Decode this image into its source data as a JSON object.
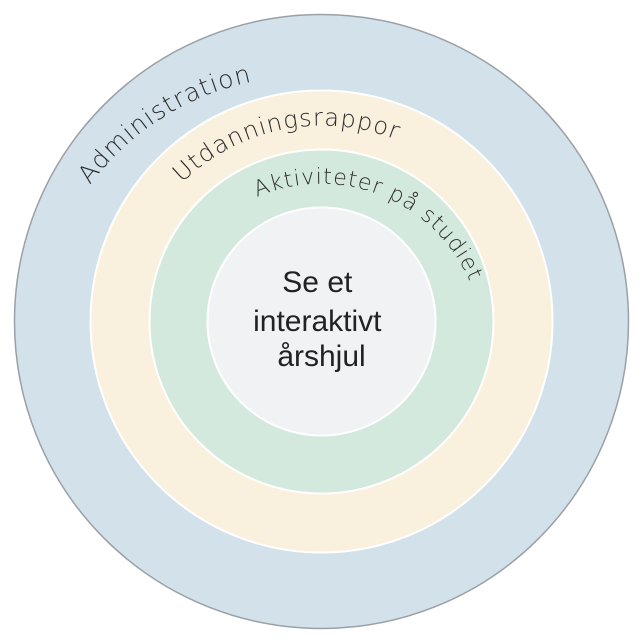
{
  "rings": [
    {
      "label": "Administration",
      "color": "#d3e1eb"
    },
    {
      "label": "Utdanningsrapport",
      "color": "#faf0de"
    },
    {
      "label": "Aktiviteter på studiet",
      "color": "#d4e9de"
    }
  ],
  "center": {
    "lines": [
      "Se et",
      "interaktivt",
      "årshjul"
    ],
    "color": "#f1f2f4"
  },
  "colors": {
    "border": "#9aa0a6",
    "separator": "#ffffff"
  }
}
